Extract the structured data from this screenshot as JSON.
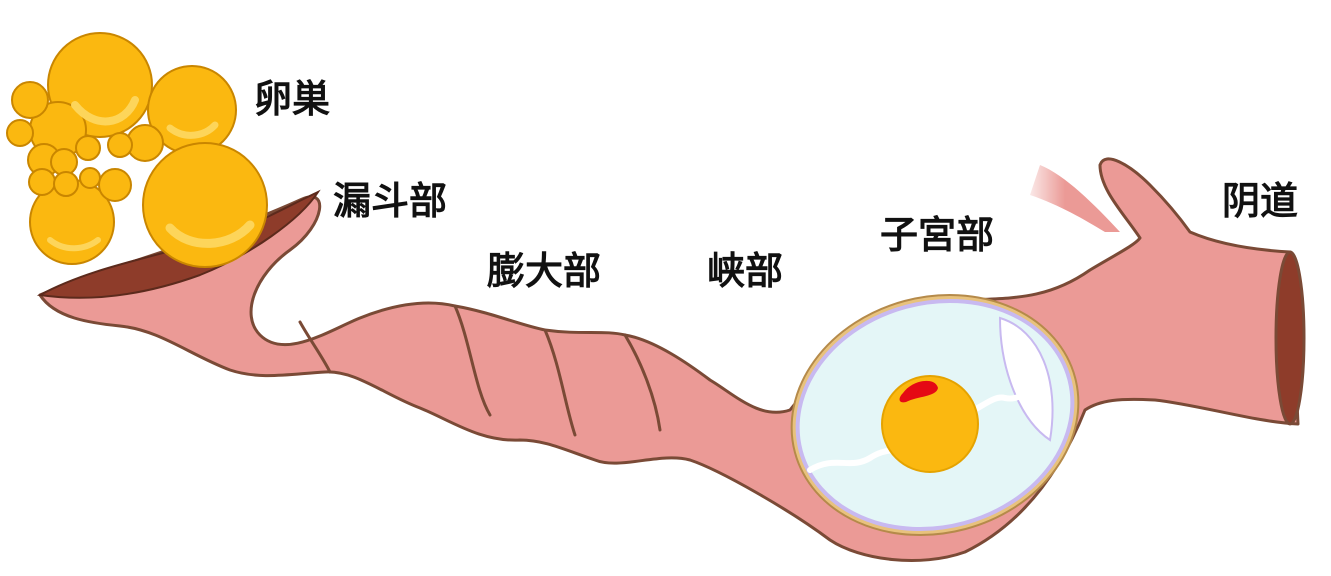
{
  "labels": {
    "ovary": "卵巣",
    "infundibulum": "漏斗部",
    "ampulla": "膨大部",
    "isthmus": "峡部",
    "uterine": "子宮部",
    "vagina": "阴道"
  },
  "colors": {
    "tube": "#eb9a96",
    "tube_outline": "#7a4a36",
    "tube_dark": "#8e3c2a",
    "follicle": "#fbb810",
    "follicle_outline": "#c98600",
    "follicle_highlight": "#fdd55a",
    "egg_fluid": "#e4f6f7",
    "egg_membrane": "#c8b9f0",
    "egg_shell": "#e8c27d",
    "yolk": "#fbb810",
    "blastodisc": "#e50914"
  },
  "icons": {
    "ovary": "ovary-follicle-cluster-icon",
    "egg": "egg-in-uterus-icon"
  }
}
